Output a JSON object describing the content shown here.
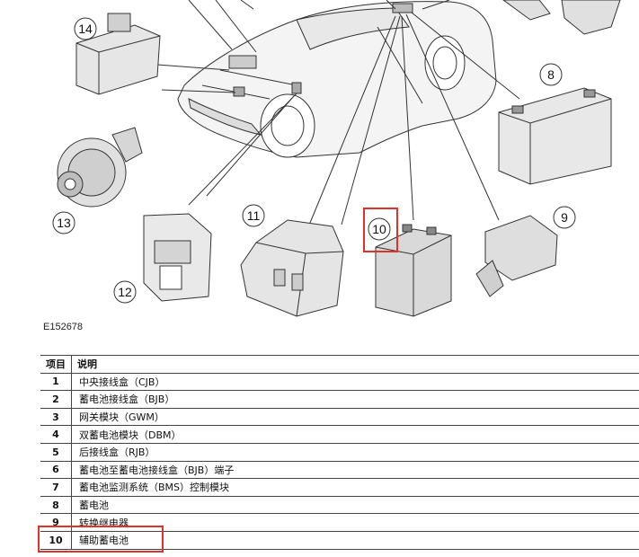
{
  "figure": {
    "callouts": [
      "14",
      "8",
      "13",
      "12",
      "11",
      "10",
      "9"
    ],
    "figure_id": "E152678",
    "highlight_color": "#e0322a"
  },
  "legend": {
    "headers": [
      "项目",
      "说明"
    ],
    "rows": [
      {
        "num": "1",
        "desc": "中央接线盒（CJB）"
      },
      {
        "num": "2",
        "desc": "蓄电池接线盒（BJB）"
      },
      {
        "num": "3",
        "desc": "网关模块（GWM）"
      },
      {
        "num": "4",
        "desc": "双蓄电池模块（DBM）"
      },
      {
        "num": "5",
        "desc": "后接线盒（RJB）"
      },
      {
        "num": "6",
        "desc": "蓄电池至蓄电池接线盒（BJB）端子"
      },
      {
        "num": "7",
        "desc": "蓄电池监测系统（BMS）控制模块"
      },
      {
        "num": "8",
        "desc": "蓄电池"
      },
      {
        "num": "9",
        "desc": "转换继电器"
      },
      {
        "num": "10",
        "desc": "辅助蓄电池"
      }
    ]
  }
}
